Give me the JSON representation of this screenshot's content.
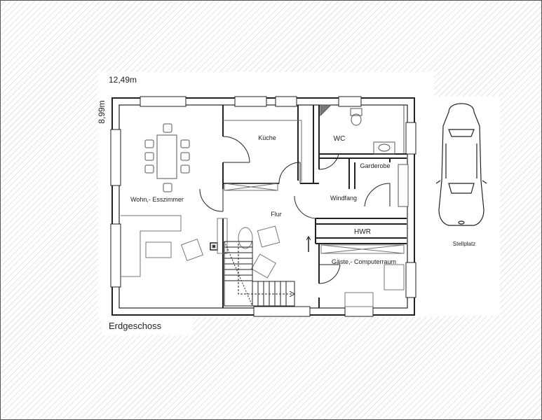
{
  "dimensions": {
    "width_label": "12,49m",
    "depth_label": "8,99m"
  },
  "floor_label": "Erdgeschoss",
  "rooms": {
    "kueche": "Küche",
    "wc": "WC",
    "garderobe": "Garderobe",
    "wohn": "Wohn,- Esszimmer",
    "flur": "Flur",
    "windfang": "Windfang",
    "hwr": "HWR",
    "gaeste": "Gäste,- Computerraum"
  },
  "carport_label": "Stellplatz",
  "colors": {
    "wall": "#222222",
    "line": "#6e6e6e",
    "hatch": "#c8c8c8",
    "background": "#ffffff"
  }
}
